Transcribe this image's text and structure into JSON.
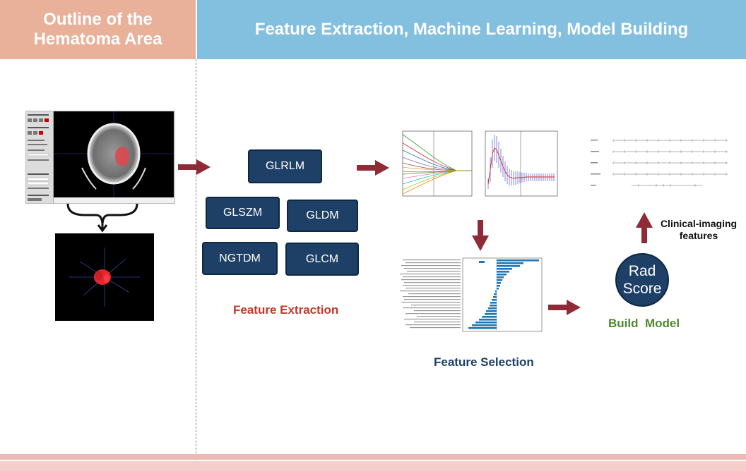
{
  "header": {
    "left_line1": "Outline of the",
    "left_line2": "Hematoma Area",
    "right": "Feature Extraction, Machine Learning, Model Building"
  },
  "features": [
    "GLRLM",
    "GLSZM",
    "GLDM",
    "NGTDM",
    "GLCM"
  ],
  "labels": {
    "feature_extraction": "Feature Extraction",
    "feature_selection": "Feature Selection",
    "build_model": "Build  Model",
    "clinical_line1": "Clinical-imaging",
    "clinical_line2": "features",
    "rad_line1": "Rad",
    "rad_line2": "Score"
  },
  "colors": {
    "header_left": "#e9b09a",
    "header_right": "#83bfdf",
    "box": "#1e3f66",
    "arrow": "#8e2b36",
    "extraction_label": "#c0392b",
    "selection_label": "#1e3f66",
    "build_label": "#4a8b2c"
  }
}
